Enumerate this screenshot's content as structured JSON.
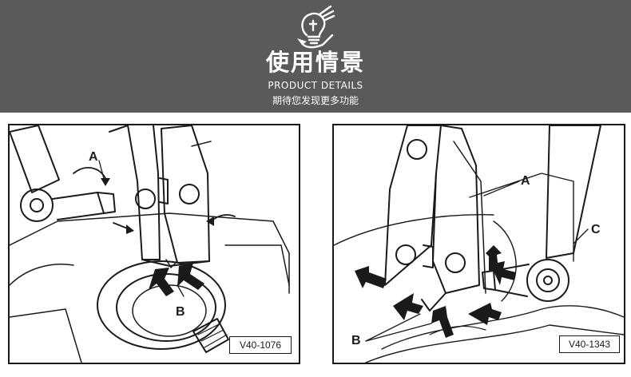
{
  "header": {
    "title": "使用情景",
    "subtitle": "PRODUCT DETAILS",
    "tagline": "期待您发现更多功能",
    "logo_icon": "lightbulb-hand-icon"
  },
  "colors": {
    "banner_bg": "#5a5a5a",
    "ink": "#1a1a1a"
  },
  "figures": [
    {
      "ref_code": "V40-1076",
      "labels": {
        "a": "A",
        "b": "B"
      }
    },
    {
      "ref_code": "V40-1343",
      "labels": {
        "a": "A",
        "b": "B",
        "c": "C"
      }
    }
  ]
}
